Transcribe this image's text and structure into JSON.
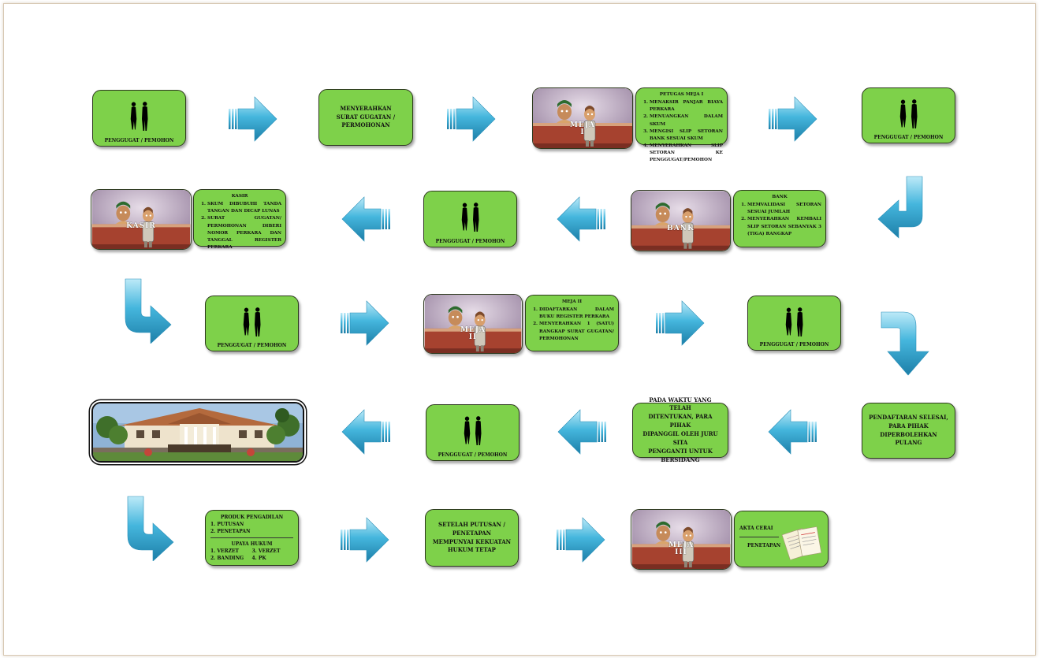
{
  "pemohon_label": "PENGGUGAT / PEMOHON",
  "menyerahkan": "MENYERAHKAN\nSURAT GUGATAN /\nPERMOHONAN",
  "meja1": {
    "sign": "MEJA\nI",
    "title": "PETUGAS MEJA I",
    "items": [
      "MENAKSIR PANJAR BIAYA PERKARA",
      "MENUANGKAN DALAM SKUM",
      "MENGISI SLIP SETORAN BANK SESUAI SKUM",
      "MENYERAHKAN SLIP SETORAN KE PENGGUGAT/PEMOHON"
    ]
  },
  "bank": {
    "sign": "BANK",
    "title": "BANK",
    "items": [
      "MEMVALIDASI SETORAN SESUAI JUMLAH",
      "MENYERAHKAN KEMBALI SLIP SETORAN SEBANYAK 3 (TIGA) RANGKAP"
    ]
  },
  "kasir": {
    "sign": "KASIR",
    "title": "KASIR",
    "items": [
      "SKUM DIBUBUHI TANDA TANGAN DAN DICAP LUNAS",
      "SURAT GUGATAN/ PERMOHONAN DIBERI NOMOR PERKARA DAN TANGGAL REGISTER PERKARA"
    ]
  },
  "meja2": {
    "sign": "MEJA\nII",
    "title": "MEJA II",
    "items": [
      "DIDAFTARKAN DALAM BUKU REGISTER PERKARA",
      "MENYERAHKAN 1 (SATU) RANGKAP SURAT GUGATAN/ PERMOHONAN"
    ]
  },
  "pendaftaran_selesai": "PENDAFTARAN SELESAI,\nPARA PIHAK\nDIPERBOLEHKAN PULANG",
  "sidang": "PADA WAKTU YANG TELAH\nDITENTUKAN, PARA PIHAK\nDIPANGGIL OLEH JURU SITA\nPENGGANTI UNTUK BERSIDANG",
  "produk": {
    "title": "PRODUK PENGADILAN",
    "items": [
      "1. PUTUSAN",
      "2. PENETAPAN"
    ],
    "upaya_title": "UPAYA HUKUM",
    "upaya": [
      "1. VERZET",
      "3. VERZET",
      "2. BANDING",
      "4. PK"
    ]
  },
  "setelah": "SETELAH PUTUSAN / PENETAPAN\nMEMPUNYAI KEKUATAN\nHUKUM TETAP",
  "meja3": {
    "sign": "MEJA\nIII"
  },
  "akta": {
    "line1": "AKTA CERAI",
    "line2": "PENETAPAN"
  },
  "colors": {
    "box_fill": "#7ed14a",
    "arrow": "#3ab0d8",
    "sign_red": "#b8332a"
  },
  "icons": [
    "right-arrow-icon",
    "left-arrow-icon",
    "turn-down-left-arrow-icon",
    "turn-down-right-arrow-icon",
    "person-pair-icon",
    "document-icon"
  ]
}
